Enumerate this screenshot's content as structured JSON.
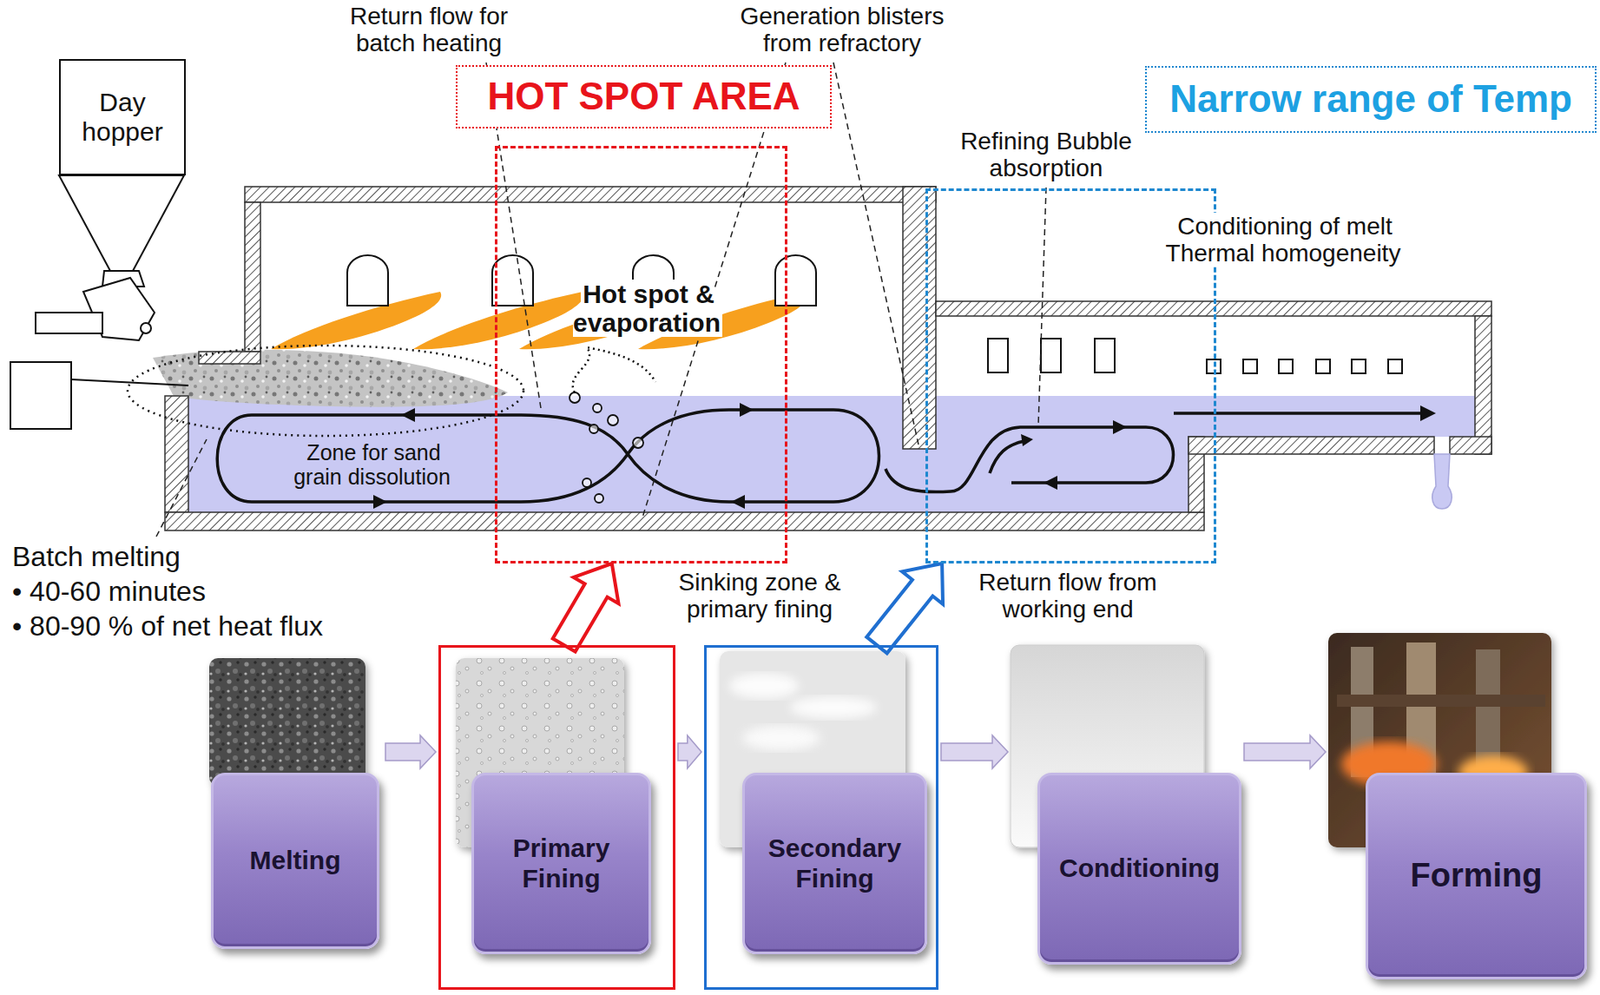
{
  "diagram": {
    "nodes": [
      {
        "text": [
          "Day hopper"
        ]
      },
      {
        "text": [
          "HOT SPOT AREA"
        ]
      },
      {
        "text": [
          "Narrow range of Temp"
        ]
      },
      {
        "text": [
          "Melting"
        ]
      },
      {
        "text": [
          "Primary Fining"
        ]
      },
      {
        "text": [
          "Secondary Fining"
        ]
      },
      {
        "text": [
          "Conditioning"
        ]
      },
      {
        "text": [
          "Forming"
        ]
      }
    ],
    "edges": [
      {
        "from": 3,
        "to": 4,
        "arrow": "to"
      },
      {
        "from": 4,
        "to": 5,
        "arrow": "to"
      },
      {
        "from": 5,
        "to": 6,
        "arrow": "to"
      },
      {
        "from": 6,
        "to": 7,
        "arrow": "to"
      },
      {
        "from": 4,
        "to": 1,
        "arrow": "to"
      },
      {
        "from": 5,
        "to": 2,
        "arrow": "to"
      }
    ],
    "labels": [
      "Return flow for batch heating",
      "Generation blisters from refractory",
      "Hot spot & evaporation",
      "Refining Bubble absorption",
      "Conditioning of melt Thermal homogeneity",
      "Zone for sand grain dissolution",
      "Batch melting",
      "• 40-60 minutes",
      "• 80-90 % of net heat flux",
      "Sinking zone & primary fining",
      "Return flow from working end"
    ]
  }
}
